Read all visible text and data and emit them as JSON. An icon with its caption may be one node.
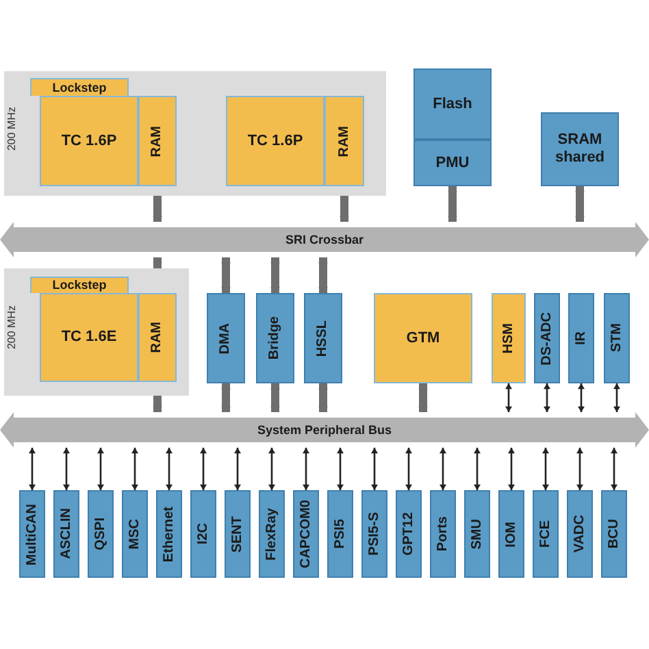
{
  "diagram": {
    "nodes": [
      {
        "text": [
          "200 MHz"
        ]
      },
      {
        "text": [
          "Lockstep"
        ],
        "in": 0
      },
      {
        "text": [
          "TC 1.6P"
        ],
        "in": 0
      },
      {
        "text": [
          "RAM"
        ],
        "in": 0
      },
      {
        "text": [
          "TC 1.6P"
        ],
        "in": 0
      },
      {
        "text": [
          "RAM"
        ],
        "in": 0
      },
      {
        "text": [
          "Flash"
        ]
      },
      {
        "text": [
          "PMU"
        ]
      },
      {
        "text": [
          "SRAM shared"
        ]
      },
      {
        "text": [
          "SRI Crossbar"
        ]
      },
      {
        "text": [
          "200 MHz"
        ]
      },
      {
        "text": [
          "Lockstep"
        ],
        "in": 10
      },
      {
        "text": [
          "TC 1.6E"
        ],
        "in": 10
      },
      {
        "text": [
          "RAM"
        ],
        "in": 10
      },
      {
        "text": [
          "DMA"
        ]
      },
      {
        "text": [
          "Bridge"
        ]
      },
      {
        "text": [
          "HSSL"
        ]
      },
      {
        "text": [
          "GTM"
        ]
      },
      {
        "text": [
          "HSM"
        ]
      },
      {
        "text": [
          "DS-ADC"
        ]
      },
      {
        "text": [
          "IR"
        ]
      },
      {
        "text": [
          "STM"
        ]
      },
      {
        "text": [
          "System Peripheral Bus"
        ]
      },
      {
        "text": [
          "MultiCAN"
        ]
      },
      {
        "text": [
          "ASCLIN"
        ]
      },
      {
        "text": [
          "QSPI"
        ]
      },
      {
        "text": [
          "MSC"
        ]
      },
      {
        "text": [
          "Ethernet"
        ]
      },
      {
        "text": [
          "I2C"
        ]
      },
      {
        "text": [
          "SENT"
        ]
      },
      {
        "text": [
          "FlexRay"
        ]
      },
      {
        "text": [
          "CAPCOM0"
        ]
      },
      {
        "text": [
          "PSI5"
        ]
      },
      {
        "text": [
          "PSI5-S"
        ]
      },
      {
        "text": [
          "GPT12"
        ]
      },
      {
        "text": [
          "Ports"
        ]
      },
      {
        "text": [
          "SMU"
        ]
      },
      {
        "text": [
          "IOM"
        ]
      },
      {
        "text": [
          "FCE"
        ]
      },
      {
        "text": [
          "VADC"
        ]
      },
      {
        "text": [
          "BCU"
        ]
      }
    ],
    "edges": [
      {
        "from": 3,
        "to": 9,
        "arrow": "both",
        "style": "thick",
        "color": "#6e6e6e"
      },
      {
        "from": 5,
        "to": 9,
        "arrow": "both",
        "style": "thick",
        "color": "#6e6e6e"
      },
      {
        "from": 7,
        "to": 9,
        "arrow": "both",
        "style": "thick",
        "color": "#6e6e6e"
      },
      {
        "from": 8,
        "to": 9,
        "arrow": "both",
        "style": "thick",
        "color": "#6e6e6e"
      },
      {
        "from": 9,
        "to": 13,
        "arrow": "both",
        "style": "thick",
        "color": "#6e6e6e"
      },
      {
        "from": 9,
        "to": 14,
        "arrow": "both",
        "style": "thick",
        "color": "#6e6e6e"
      },
      {
        "from": 9,
        "to": 15,
        "arrow": "both",
        "style": "thick",
        "color": "#6e6e6e"
      },
      {
        "from": 9,
        "to": 16,
        "arrow": "both",
        "style": "thick",
        "color": "#6e6e6e"
      },
      {
        "from": 13,
        "to": 22,
        "arrow": "both",
        "style": "thick",
        "color": "#6e6e6e"
      },
      {
        "from": 14,
        "to": 22,
        "arrow": "both",
        "style": "thick",
        "color": "#6e6e6e"
      },
      {
        "from": 15,
        "to": 22,
        "arrow": "both",
        "style": "thick",
        "color": "#6e6e6e"
      },
      {
        "from": 16,
        "to": 22,
        "arrow": "both",
        "style": "thick",
        "color": "#6e6e6e"
      },
      {
        "from": 17,
        "to": 22,
        "arrow": "both",
        "style": "thick",
        "color": "#6e6e6e"
      },
      {
        "from": 18,
        "to": 22,
        "arrow": "both"
      },
      {
        "from": 19,
        "to": 22,
        "arrow": "both"
      },
      {
        "from": 20,
        "to": 22,
        "arrow": "both"
      },
      {
        "from": 21,
        "to": 22,
        "arrow": "both"
      },
      {
        "from": 22,
        "to": 23,
        "arrow": "both"
      },
      {
        "from": 22,
        "to": 24,
        "arrow": "both"
      },
      {
        "from": 22,
        "to": 25,
        "arrow": "both"
      },
      {
        "from": 22,
        "to": 26,
        "arrow": "both"
      },
      {
        "from": 22,
        "to": 27,
        "arrow": "both"
      },
      {
        "from": 22,
        "to": 28,
        "arrow": "both"
      },
      {
        "from": 22,
        "to": 29,
        "arrow": "both"
      },
      {
        "from": 22,
        "to": 30,
        "arrow": "both"
      },
      {
        "from": 22,
        "to": 31,
        "arrow": "both"
      },
      {
        "from": 22,
        "to": 32,
        "arrow": "both"
      },
      {
        "from": 22,
        "to": 33,
        "arrow": "both"
      },
      {
        "from": 22,
        "to": 34,
        "arrow": "both"
      },
      {
        "from": 22,
        "to": 35,
        "arrow": "both"
      },
      {
        "from": 22,
        "to": 36,
        "arrow": "both"
      },
      {
        "from": 22,
        "to": 37,
        "arrow": "both"
      },
      {
        "from": 22,
        "to": 38,
        "arrow": "both"
      },
      {
        "from": 22,
        "to": 39,
        "arrow": "both"
      },
      {
        "from": 22,
        "to": 40,
        "arrow": "both"
      }
    ]
  }
}
